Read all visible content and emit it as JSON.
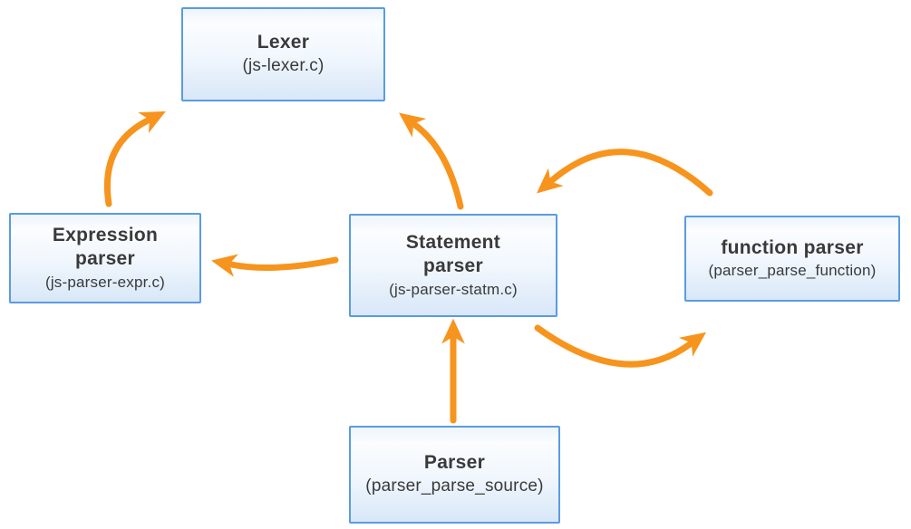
{
  "diagram": {
    "title": "JavaScript parser module diagram",
    "colors": {
      "arrow_orange": "#F7941D",
      "box_border_blue": "#5B9BE2",
      "box_fill_top": "#FBFDFF",
      "box_fill_bottom": "#D8E7F8",
      "text": "#3A3A3A",
      "background": "#FFFFFF"
    },
    "nodes": {
      "lexer": {
        "title": "Lexer",
        "subtitle": "(js-lexer.c)"
      },
      "expression": {
        "title": "Expression\nparser",
        "subtitle": "(js-parser-expr.c)"
      },
      "statement": {
        "title": "Statement\nparser",
        "subtitle": "(js-parser-statm.c)"
      },
      "function": {
        "title": "function parser",
        "subtitle": "(parser_parse_function)"
      },
      "parser": {
        "title": "Parser",
        "subtitle": "(parser_parse_source)"
      }
    },
    "edges": [
      {
        "from": "expression-parser",
        "to": "lexer"
      },
      {
        "from": "statement-parser",
        "to": "lexer"
      },
      {
        "from": "statement-parser",
        "to": "expression-parser"
      },
      {
        "from": "statement-parser",
        "to": "function-parser"
      },
      {
        "from": "function-parser",
        "to": "statement-parser"
      },
      {
        "from": "parser",
        "to": "statement-parser"
      }
    ]
  }
}
